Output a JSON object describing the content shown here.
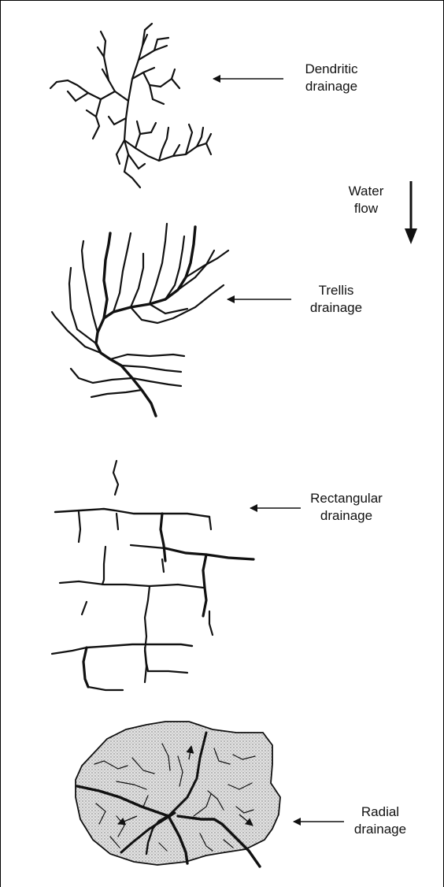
{
  "diagrams": {
    "dendritic": {
      "line1": "Dendritic",
      "line2": "drainage"
    },
    "trellis": {
      "line1": "Trellis",
      "line2": "drainage"
    },
    "rectangular": {
      "line1": "Rectangular",
      "line2": "drainage"
    },
    "radial": {
      "line1": "Radial",
      "line2": "drainage"
    }
  },
  "water_flow": {
    "line1": "Water",
    "line2": "flow"
  },
  "colors": {
    "ink": "#111111",
    "radial_fill": "#d9d9d9"
  }
}
